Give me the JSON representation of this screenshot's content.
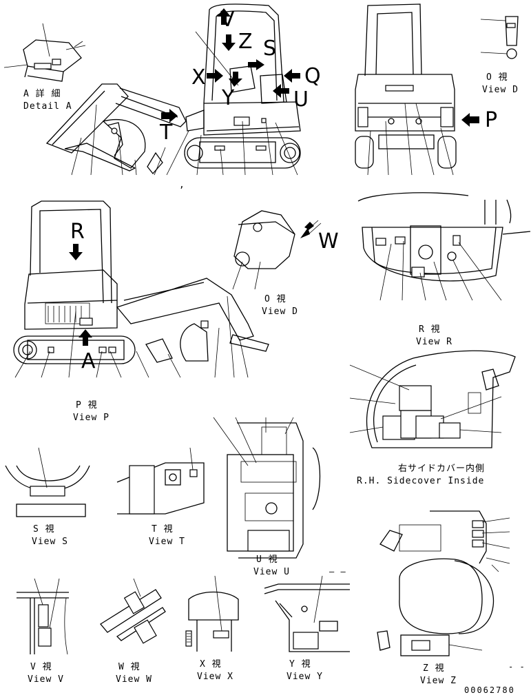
{
  "title_block": {
    "drawing_number": "00062780"
  },
  "letters": {
    "V": "V",
    "Z": "Z",
    "S": "S",
    "X": "X",
    "Y": "Y",
    "Q": "Q",
    "U": "U",
    "T": "T",
    "P": "P",
    "R": "R",
    "A": "A",
    "W": "W"
  },
  "captions": {
    "detail_a_jp": "A 詳 細",
    "detail_a_en": "Detail A",
    "view_d_top_jp": "O 視",
    "view_d_top_en": "View D",
    "view_d_mid_jp": "O 視",
    "view_d_mid_en": "View D",
    "view_r_jp": "R 視",
    "view_r_en": "View R",
    "view_p_jp": "P 視",
    "view_p_en": "View P",
    "sidecover_jp": "右サイドカバー内側",
    "sidecover_en": "R.H. Sidecover Inside",
    "view_s_jp": "S 視",
    "view_s_en": "View S",
    "view_t_jp": "T 視",
    "view_t_en": "View T",
    "view_u_jp": "U 視",
    "view_u_en": "View U",
    "view_v_jp": "V 視",
    "view_v_en": "View V",
    "view_w_jp": "W 視",
    "view_w_en": "View W",
    "view_x_jp": "X 視",
    "view_x_en": "View X",
    "view_y_jp": "Y 視",
    "view_y_en": "View Y",
    "view_z_jp": "Z 視",
    "view_z_en": "View Z"
  },
  "marks": {
    "comma": ",",
    "dash_y": "— —",
    "dash_z": "- -"
  },
  "colors": {
    "ink": "#000000",
    "paper": "#ffffff"
  }
}
